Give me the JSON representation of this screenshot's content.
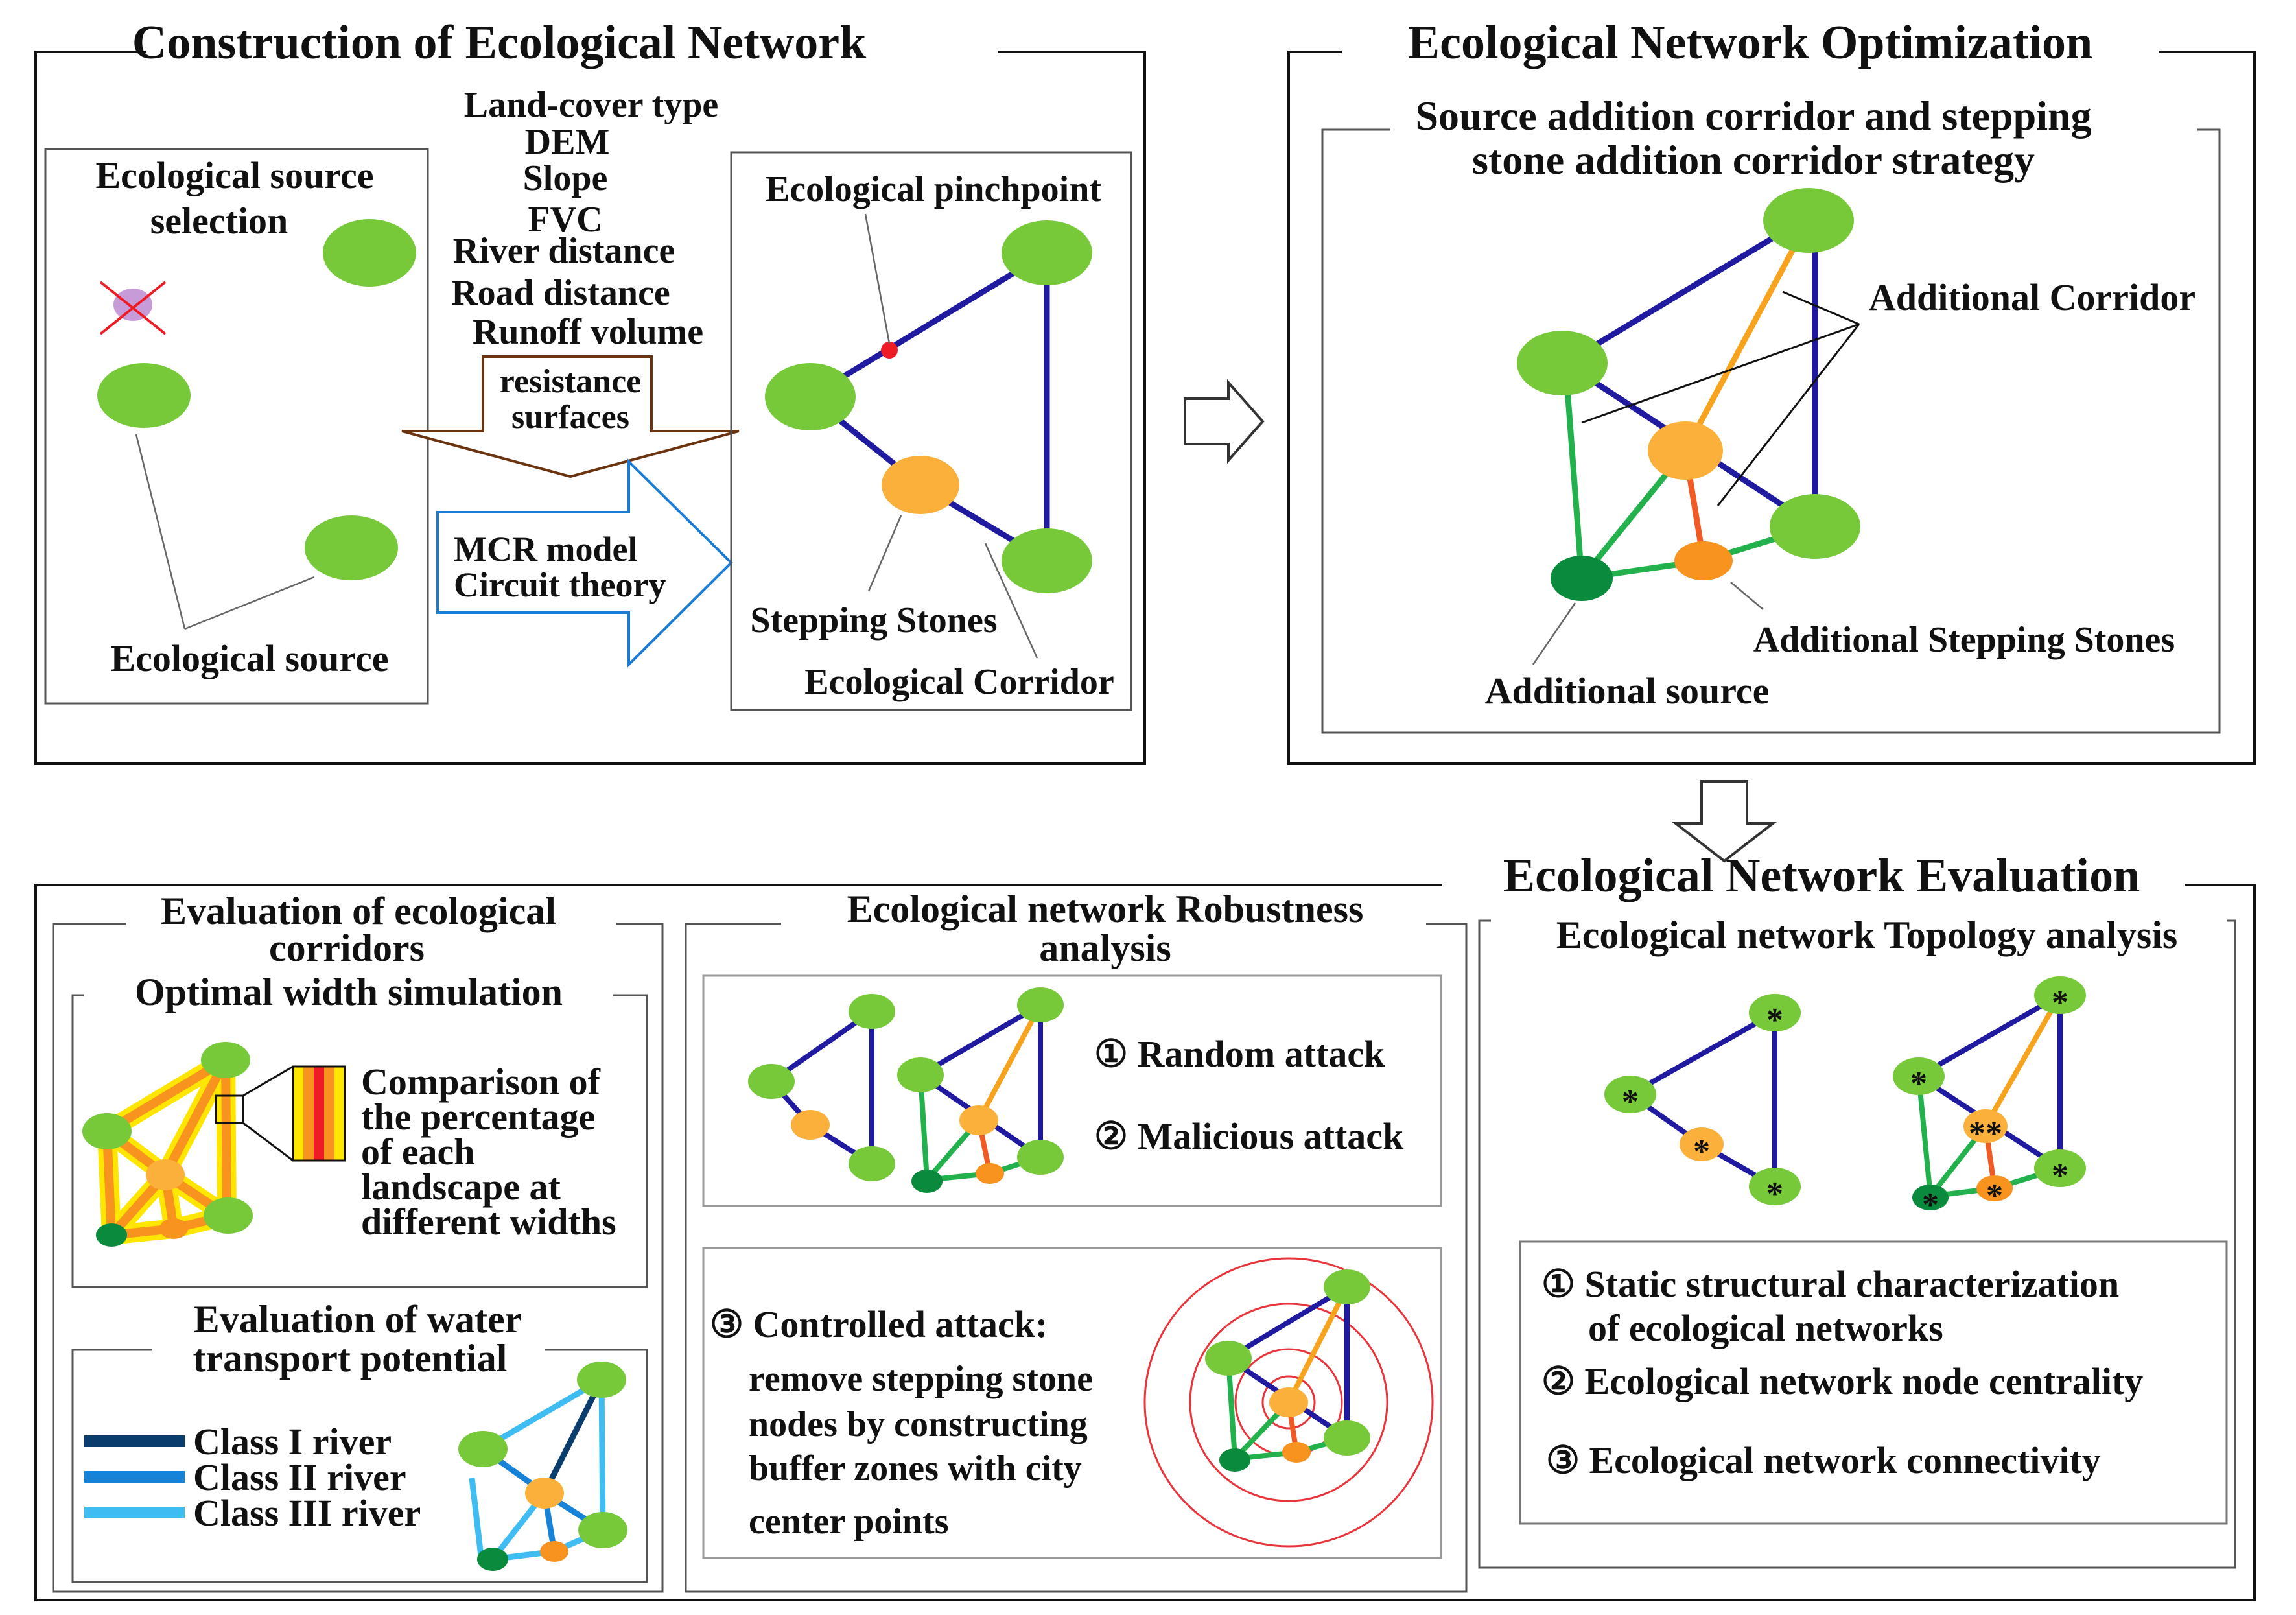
{
  "colors": {
    "source_green": "#77c93a",
    "additional_source": "#0a8a3c",
    "stepping_stone": "#fbb03b",
    "additional_stepping_stone": "#f7931e",
    "corridor_blue": "#1f1aa0",
    "corridor_orange": "#f7a31e",
    "corridor_green": "#22b14c",
    "pinchpoint_red": "#ee1c24",
    "river_class_1": "#0b3c6e",
    "river_class_2": "#1783d8",
    "river_class_3": "#3fbcf2",
    "ring_red": "#e8343a"
  },
  "construction": {
    "title": "Construction of  Ecological Network",
    "source_selection": [
      "Ecological source",
      "selection"
    ],
    "ecological_source": "Ecological source",
    "factors": [
      "Land-cover type",
      "DEM",
      "Slope",
      "FVC",
      "River distance",
      "Road distance",
      "Runoff volume"
    ],
    "resistance": [
      "resistance",
      "surfaces"
    ],
    "model": [
      "MCR model",
      "Circuit theory"
    ],
    "pinchpoint": "Ecological pinchpoint",
    "stepping_stones": "Stepping Stones",
    "corridor": "Ecological Corridor"
  },
  "optimization": {
    "title": "Ecological Network Optimization",
    "strategy": [
      "Source addition corridor and stepping",
      "stone addition corridor strategy"
    ],
    "additional_corridor": "Additional Corridor",
    "additional_stepping_stones": "Additional Stepping Stones",
    "additional_source": "Additional source"
  },
  "evaluation": {
    "title": "Ecological Network Evaluation",
    "corridor_eval": {
      "title": [
        "Evaluation of ecological",
        "corridors"
      ],
      "width_title": "Optimal width simulation",
      "comparison": [
        "Comparison of",
        "the percentage",
        "of each",
        "landscape at",
        "different widths"
      ],
      "water_title": [
        "Evaluation of water",
        "transport potential"
      ],
      "legend": [
        "Class I river",
        "Class II river",
        "Class III river"
      ]
    },
    "robustness": {
      "title": [
        "Ecological network Robustness",
        "analysis"
      ],
      "random": "① Random attack",
      "malicious": "② Malicious attack",
      "controlled": "③ Controlled attack:",
      "controlled_desc": [
        "remove stepping stone",
        "nodes by constructing",
        "buffer zones with city",
        "center points"
      ]
    },
    "topology": {
      "title": "Ecological network Topology analysis",
      "items": [
        [
          "① Static structural characterization",
          "of ecological networks"
        ],
        [
          "② Ecological network node centrality"
        ],
        [
          "③ Ecological network connectivity"
        ]
      ],
      "star": "*",
      "double_star": "**"
    }
  }
}
